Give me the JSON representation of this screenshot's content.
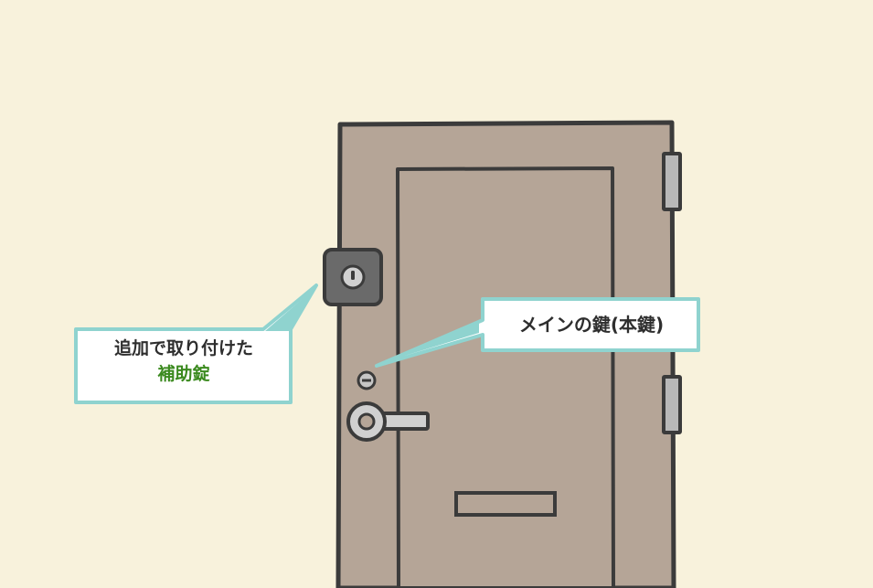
{
  "colors": {
    "background": "#f8f2dc",
    "door_fill": "#b5a597",
    "outline": "#3b3b3b",
    "hinge_fill": "#b8b8b8",
    "lock_body": "#6a6a6a",
    "callout_border": "#8fd3cf",
    "callout_fill": "#ffffff",
    "accent_green": "#3b8a1f"
  },
  "callouts": {
    "auxiliary_lock": {
      "line1": "追加で取り付けた",
      "line2": "補助錠"
    },
    "main_lock": {
      "label": "メインの鍵(本鍵)"
    }
  },
  "icons": {
    "auxiliary_lock": "deadbolt-lock-icon",
    "main_keyhole": "keyhole-icon",
    "door_handle": "lever-handle-icon",
    "mail_slot": "mail-slot-icon"
  }
}
